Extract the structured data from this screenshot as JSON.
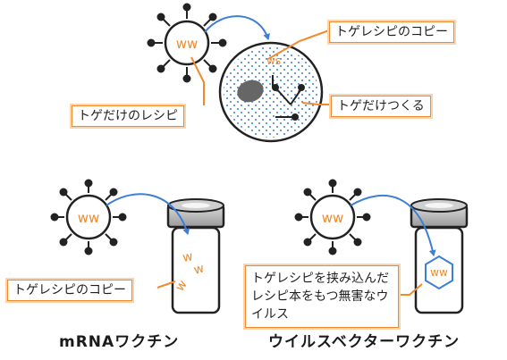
{
  "labels": {
    "toge_recipe_copy": "トゲレシピのコピー",
    "toge_only_make": "トゲだけつくる",
    "toge_only_recipe": "トゲだけのレシピ",
    "toge_recipe_copy_2": "トゲレシピのコピー",
    "harmless_virus": "トゲレシピを挟み込んだレシピ本をもつ無害なウイルス"
  },
  "captions": {
    "mrna": "mRNAワクチン",
    "viral_vector": "ウイルスベクターワクチン"
  },
  "colors": {
    "orange": "#f08a2c",
    "blue": "#3d7fd4",
    "dark": "#222222"
  },
  "icons": [
    "virus-icon",
    "cell-icon",
    "nucleus-icon",
    "vial-icon",
    "curved-arrow-icon"
  ]
}
